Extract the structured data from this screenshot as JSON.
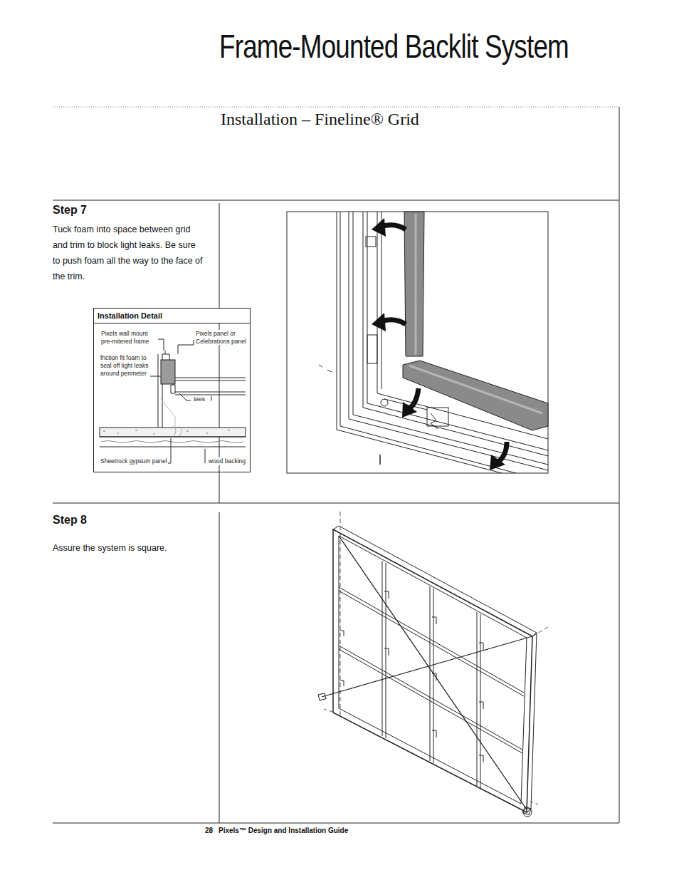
{
  "diagram": {
    "title": "Frame-Mounted Backlit System",
    "nodes": [
      {
        "text": [
          "Installation Detail"
        ]
      }
    ],
    "labels": [
      "Installation – Fineline® Grid",
      "Step 7",
      "Tuck foam into space between grid and trim to block light leaks. Be sure to push foam all the way to the face of the trim.",
      "Pixels wall mount pre-mitered frame",
      "Pixels panel or Celebrations panel",
      "friction fit foam to seal off light leaks around perimeter",
      "tees",
      "Sheetrock gypsum panel",
      "wood backing",
      "Step 8",
      "Assure the system is square.",
      "28",
      "Pixels™ Design and Installation Guide"
    ]
  }
}
